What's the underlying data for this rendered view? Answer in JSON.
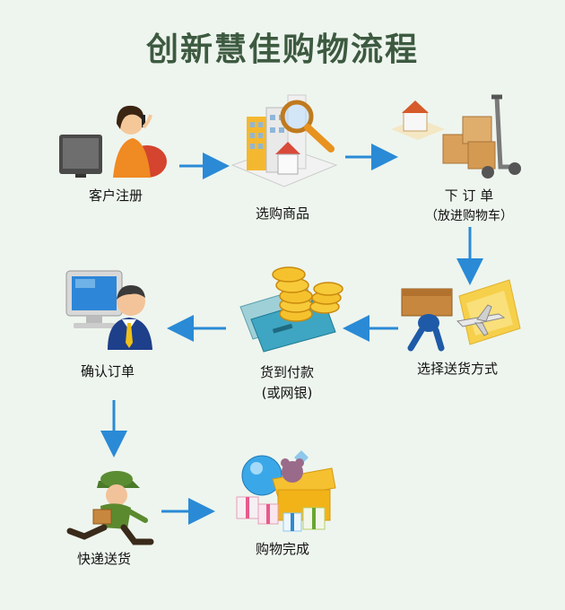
{
  "title": "创新慧佳购物流程",
  "colors": {
    "title": "#3d5a40",
    "arrow": "#2a8ad6",
    "background": "#eef5ee"
  },
  "steps": [
    {
      "id": "register",
      "label": "客户注册",
      "icon": "customer-at-computer-icon"
    },
    {
      "id": "select",
      "label": "选购商品",
      "icon": "buildings-magnifier-icon"
    },
    {
      "id": "order",
      "label": "下 订 单",
      "sublabel": "（放进购物车）",
      "icon": "hand-truck-boxes-icon"
    },
    {
      "id": "shipping",
      "label": "选择送货方式",
      "icon": "courier-plane-icon"
    },
    {
      "id": "cod",
      "label": "货到付款",
      "sublabel": "(或网银)",
      "icon": "coins-cards-icon"
    },
    {
      "id": "confirm",
      "label": "确认订单",
      "icon": "man-at-monitor-icon"
    },
    {
      "id": "delivery",
      "label": "快递送货",
      "icon": "running-courier-icon"
    },
    {
      "id": "complete",
      "label": "购物完成",
      "icon": "gift-boxes-icon"
    }
  ]
}
